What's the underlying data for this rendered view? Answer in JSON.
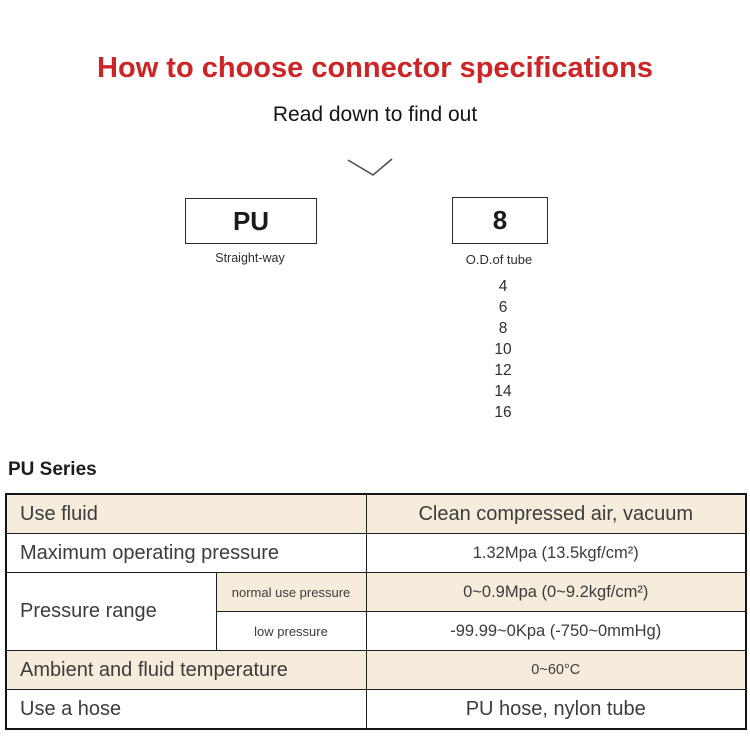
{
  "title": "How to choose connector specifications",
  "subtitle": "Read down to find out",
  "colors": {
    "title_red": "#cc2427",
    "row_highlight_beige": "#f5ecdb",
    "table_border": "#1f1f1f",
    "text_dark": "#3c3c3c"
  },
  "diagram": {
    "chevron_icon": "chevron-down",
    "code_box": {
      "code": "PU",
      "caption": "Straight-way"
    },
    "size_box": {
      "code": "8",
      "caption": "O.D.of tube"
    },
    "size_options": [
      "4",
      "6",
      "8",
      "10",
      "12",
      "14",
      "16"
    ]
  },
  "section_heading": "PU Series",
  "spec_table": {
    "rows": [
      {
        "label": "Use fluid",
        "value": "Clean compressed air, vacuum"
      },
      {
        "label": "Maximum operating pressure",
        "value": "1.32Mpa (13.5kgf/cm²)"
      },
      {
        "label": "Pressure range",
        "sub_label": "normal use pressure",
        "value": "0~0.9Mpa (0~9.2kgf/cm²)"
      },
      {
        "sub_label": "low pressure",
        "value": "-99.99~0Kpa (-750~0mmHg)"
      },
      {
        "label": "Ambient and fluid temperature",
        "value": "0~60°C"
      },
      {
        "label": "Use a hose",
        "value": "PU hose, nylon tube"
      }
    ]
  }
}
